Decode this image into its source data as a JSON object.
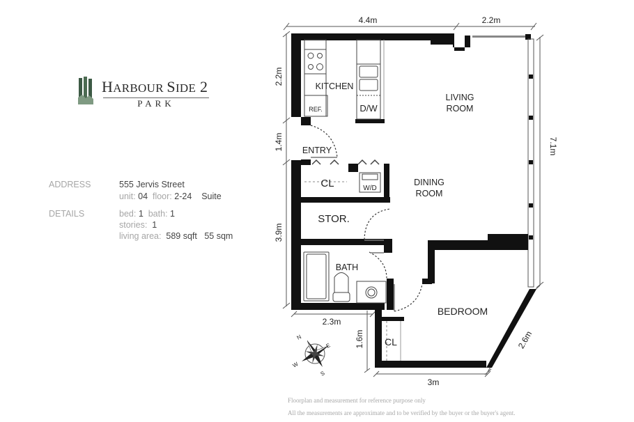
{
  "brand": {
    "title_big_h": "H",
    "title_rest_1": "ARBOUR ",
    "title_big_s": "S",
    "title_rest_2": "IDE",
    "title_num": "2",
    "subtitle": "PARK"
  },
  "info": {
    "address_label": "ADDRESS",
    "street": "555 Jervis Street",
    "unit_label": "unit:",
    "unit_value": "04",
    "floor_label": "floor:",
    "floor_value": "2-24",
    "suite": "Suite",
    "details_label": "DETAILS",
    "bed_label": "bed:",
    "bed_value": "1",
    "bath_label": "bath:",
    "bath_value": "1",
    "stories_label": "stories:",
    "stories_value": "1",
    "area_label": "living area:",
    "area_sqft": "589 sqft",
    "area_sqm": "55 sqm"
  },
  "rooms": {
    "kitchen": "KITCHEN",
    "ref": "REF.",
    "dw": "D/W",
    "living_1": "LIVING",
    "living_2": "ROOM",
    "entry": "ENTRY",
    "cl1": "CL",
    "wd": "W/D",
    "dining_1": "DINING",
    "dining_2": "ROOM",
    "stor": "STOR.",
    "bath": "BATH",
    "bedroom": "BEDROOM",
    "cl2": "CL"
  },
  "dimensions": {
    "top_left": "4.4m",
    "top_right": "2.2m",
    "left_top": "2.2m",
    "left_mid": "1.4m",
    "left_bottom": "3.9m",
    "right": "7.1m",
    "bath_width": "2.3m",
    "closet_height": "1.6m",
    "bedroom_width": "3m",
    "bedroom_diag": "2.6m"
  },
  "compass": {
    "n": "N",
    "e": "E",
    "s": "S",
    "w": "W"
  },
  "disclaimer": {
    "line1": "Floorplan and measurement for reference purpose only",
    "line2": "All the measurements are approximate and to be verified by the buyer or the buyer's agent."
  }
}
